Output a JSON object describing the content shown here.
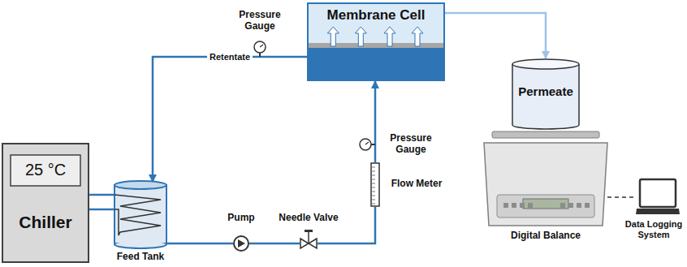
{
  "diagram": {
    "nodes": [
      {
        "text": [
          "Chiller"
        ]
      },
      {
        "text": [
          "25 °C"
        ],
        "in": 0
      },
      {
        "text": [
          "Feed Tank"
        ]
      },
      {
        "text": [
          "Pump"
        ]
      },
      {
        "text": [
          "Needle Valve"
        ]
      },
      {
        "text": [
          "Flow Meter"
        ]
      },
      {
        "text": [
          "Membrane Cell"
        ]
      },
      {
        "text": [
          "Pressure Gauge"
        ]
      },
      {
        "text": [
          "Pressure Gauge"
        ]
      },
      {
        "text": [
          "Permeate"
        ]
      },
      {
        "text": [
          "Digital Balance"
        ]
      },
      {
        "text": [
          "Data Logging System"
        ]
      }
    ],
    "edges": [
      {
        "from": 0,
        "to": 2,
        "arrow": "none"
      },
      {
        "from": 2,
        "to": 3,
        "arrow": "none"
      },
      {
        "from": 3,
        "to": 4,
        "arrow": "none"
      },
      {
        "from": 4,
        "to": 5,
        "arrow": "none"
      },
      {
        "from": 5,
        "to": 6,
        "arrow": "to"
      },
      {
        "from": 6,
        "to": 2,
        "label": "Retentate",
        "arrow": "to"
      },
      {
        "from": 6,
        "to": 9,
        "arrow": "to"
      },
      {
        "from": 10,
        "to": 11,
        "arrow": "none"
      }
    ]
  }
}
